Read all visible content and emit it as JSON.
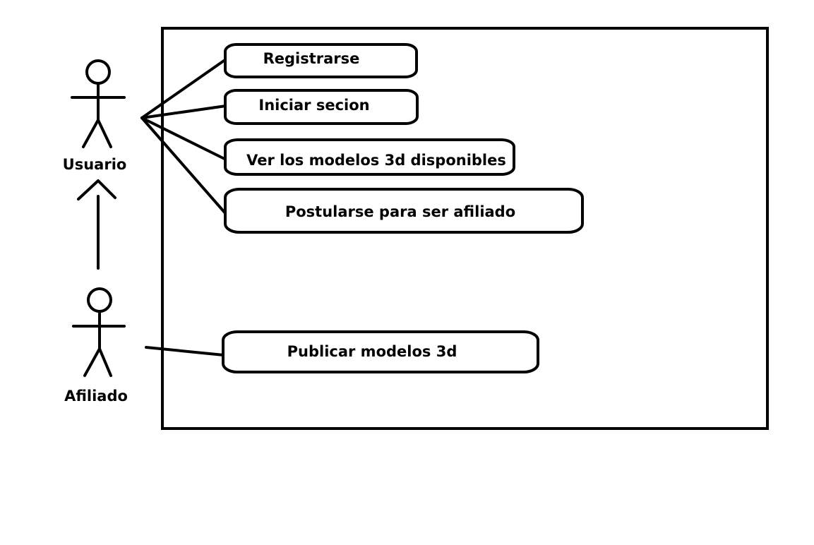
{
  "actors": {
    "usuario": {
      "label": "Usuario"
    },
    "afiliado": {
      "label": "Afiliado"
    }
  },
  "use_cases": {
    "registrarse": "Registrarse",
    "iniciar_secion": "Iniciar secion",
    "ver_modelos": "Ver los modelos 3d disponibles",
    "postularse": "Postularse para ser afiliado",
    "publicar_modelos": "Publicar modelos 3d"
  },
  "colors": {
    "stroke": "#000000",
    "background": "#ffffff"
  }
}
